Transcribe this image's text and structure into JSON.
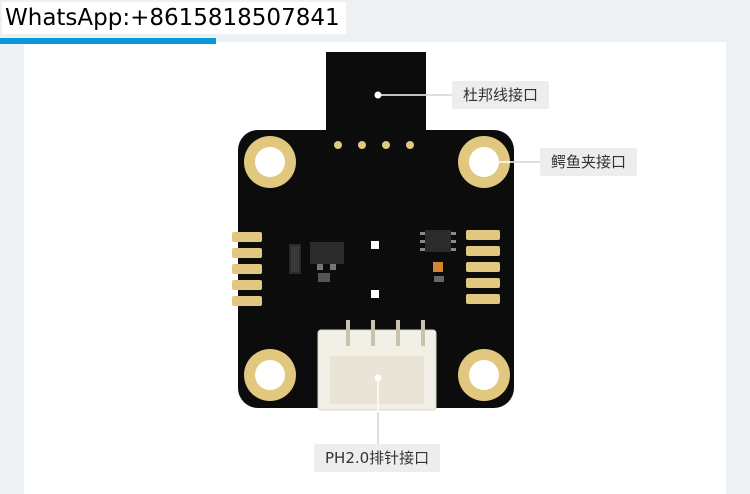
{
  "header": {
    "contact": "WhatsApp:+8615818507841",
    "accent_color": "#0a97d9"
  },
  "callouts": {
    "dupont": "杜邦线接口",
    "alligator": "鳄鱼夹接口",
    "ph": "PH2.0排针接口"
  },
  "board": {
    "pcb_color": "#0c0c0c",
    "pad_color": "#e2c77f",
    "connector_color": "#f2efe6"
  }
}
